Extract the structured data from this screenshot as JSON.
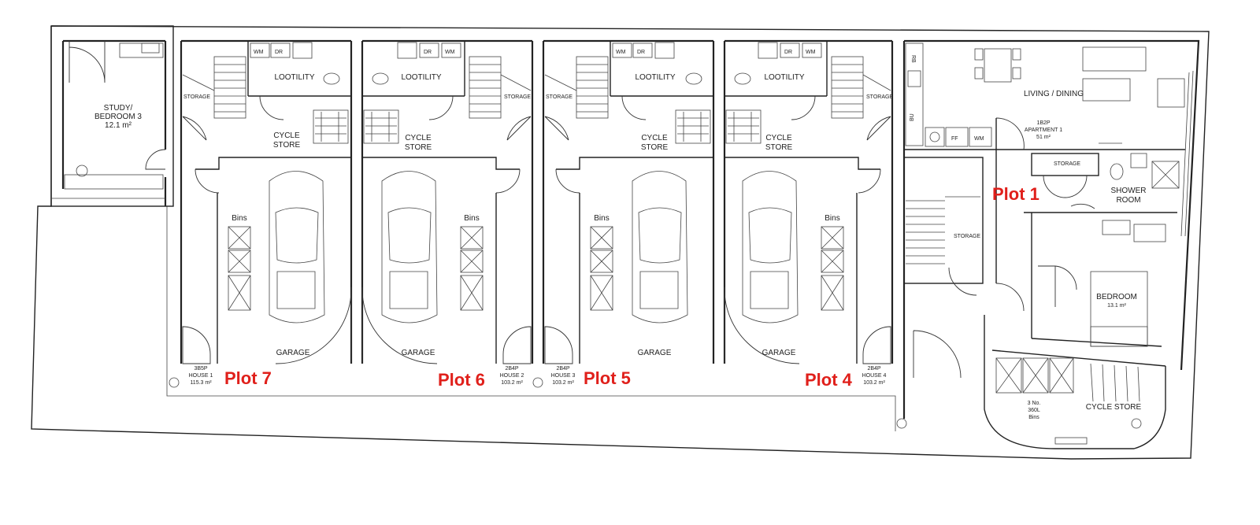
{
  "plots": {
    "plot1": "Plot 1",
    "plot4": "Plot 4",
    "plot5": "Plot 5",
    "plot6": "Plot 6",
    "plot7": "Plot 7"
  },
  "house1": {
    "type": "3B5P",
    "name": "HOUSE 1",
    "area": "115.3 m²"
  },
  "house2": {
    "type": "2B4P",
    "name": "HOUSE 2",
    "area": "103.2 m²"
  },
  "house3": {
    "type": "2B4P",
    "name": "HOUSE 3",
    "area": "103.2 m²"
  },
  "house4": {
    "type": "2B4P",
    "name": "HOUSE 4",
    "area": "103.2 m²"
  },
  "study": {
    "name1": "STUDY/",
    "name2": "BEDROOM 3",
    "area": "12.1 m²"
  },
  "apartment": {
    "type": "1B2P",
    "name": "APARTMENT 1",
    "area": "51 m²"
  },
  "rooms": {
    "lootility": "LOOTILITY",
    "cycle1": "CYCLE",
    "cycle2": "STORE",
    "garage": "GARAGE",
    "bins": "Bins",
    "storage": "STORAGE",
    "living": "LIVING / DINING",
    "shower1": "SHOWER",
    "shower2": "ROOM",
    "bedroom": "BEDROOM",
    "bedroom_area": "13.1 m²",
    "bins_store1": "3 No.",
    "bins_store2": "360L",
    "bins_store3": "Bins",
    "cycle_store": "CYCLE STORE"
  },
  "fixtures": {
    "wm": "WM",
    "dr": "DR",
    "ff": "FF",
    "rb": "RB",
    "bu": "BU"
  },
  "colors": {
    "plot_label": "#e0201b",
    "line": "#222222"
  }
}
